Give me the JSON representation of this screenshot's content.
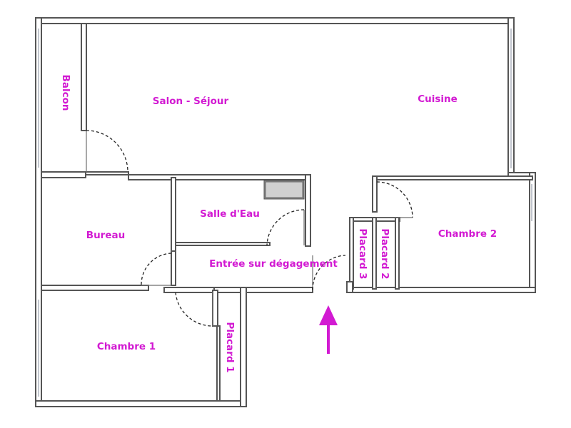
{
  "plan": {
    "rooms": {
      "balcon": "Balcon",
      "salon": "Salon - Séjour",
      "cuisine": "Cuisine",
      "bureau": "Bureau",
      "salle_eau": "Salle d'Eau",
      "entree": "Entrée sur dégagement",
      "chambre1": "Chambre 1",
      "chambre2": "Chambre 2",
      "placard1": "Placard 1",
      "placard2": "Placard 2",
      "placard3": "Placard 3"
    },
    "entrance_marker": "arrow-up-icon"
  },
  "colors": {
    "label": "#d21ad2",
    "wall": "#555555",
    "arrow": "#d21ad2"
  }
}
